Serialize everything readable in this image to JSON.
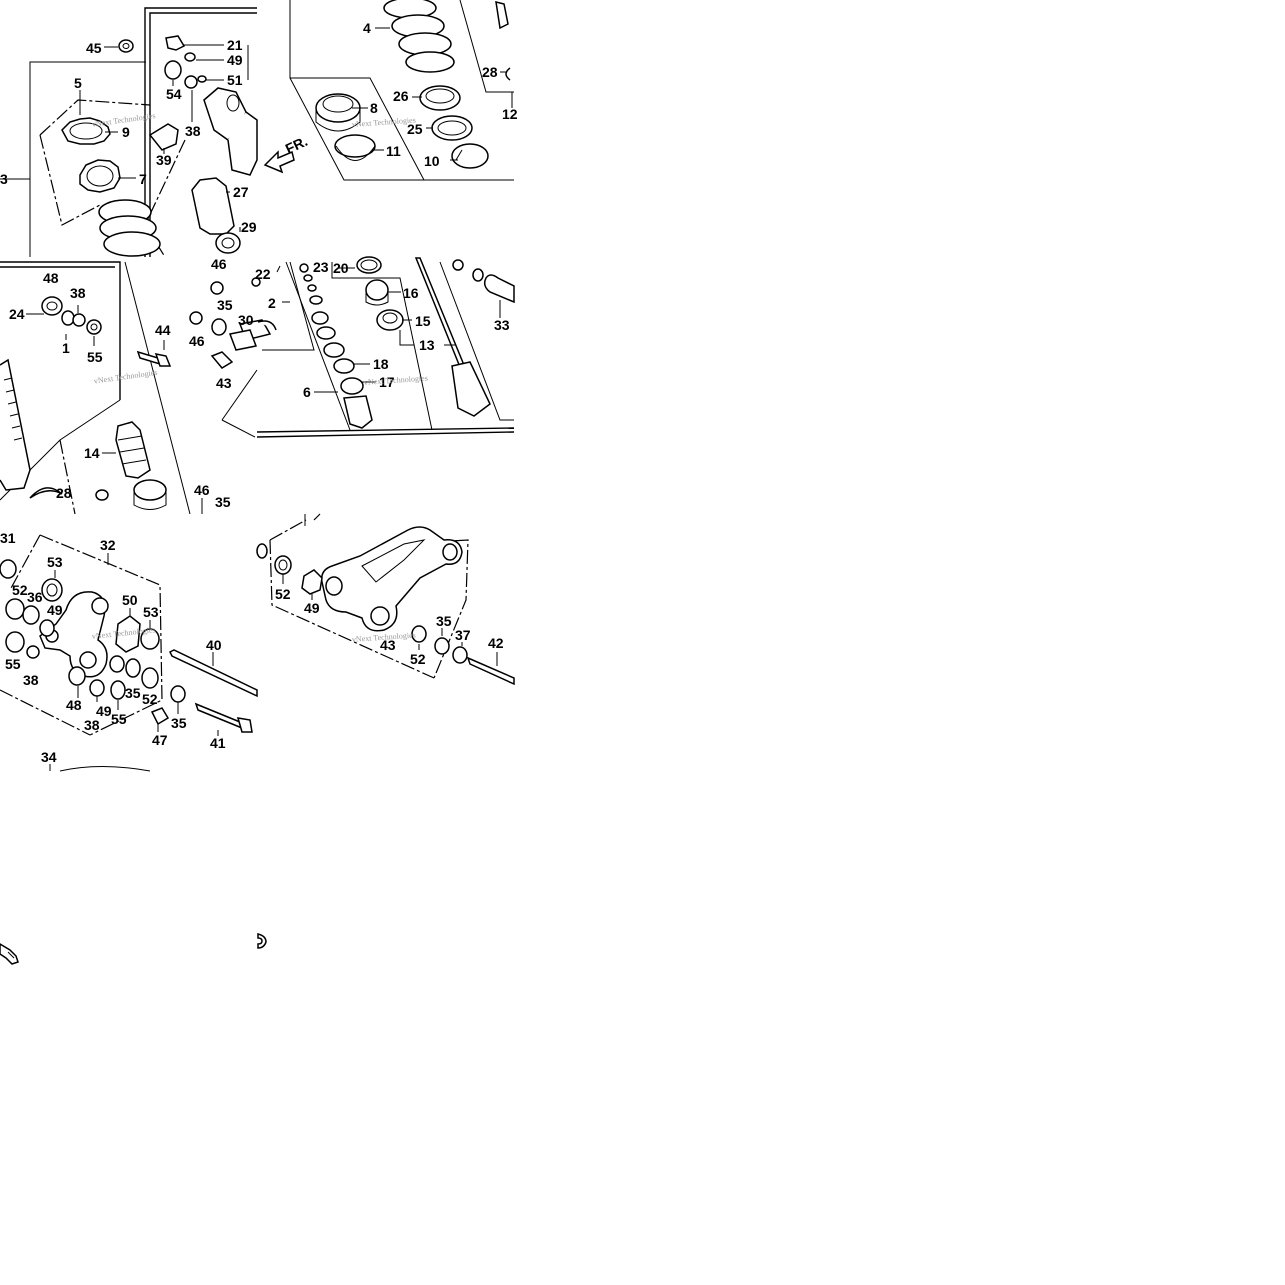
{
  "watermark": "vNext Technologies",
  "front_marker": "FR.",
  "tiles": {
    "a": [
      "45",
      "5",
      "3",
      "9",
      "7",
      "21",
      "49",
      "51",
      "54",
      "38",
      "39",
      "27",
      "29"
    ],
    "b": [
      "4",
      "28",
      "26",
      "8",
      "25",
      "11",
      "10",
      "12"
    ],
    "c": [
      "48",
      "38",
      "24",
      "1",
      "55",
      "44",
      "14",
      "28",
      "46",
      "35"
    ],
    "d": [
      "22",
      "2",
      "23",
      "20",
      "16",
      "15",
      "46",
      "35",
      "30",
      "46",
      "43",
      "18",
      "17",
      "6",
      "13",
      "33"
    ],
    "e": [
      "31",
      "32",
      "53",
      "52",
      "36",
      "49",
      "50",
      "53",
      "40",
      "55",
      "38",
      "48",
      "49",
      "35",
      "52",
      "38",
      "55",
      "35",
      "47",
      "41",
      "34"
    ],
    "f": [
      "52",
      "49",
      "35",
      "37",
      "42",
      "43",
      "52"
    ]
  }
}
